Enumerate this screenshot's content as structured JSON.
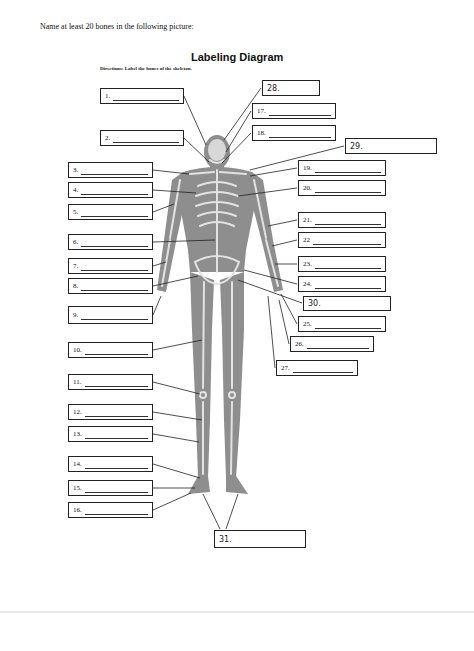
{
  "diagram": {
    "title": "Labeling Diagram",
    "nodes": [
      {
        "text": [
          "1."
        ]
      },
      {
        "text": [
          "2."
        ]
      },
      {
        "text": [
          "3."
        ]
      },
      {
        "text": [
          "4."
        ]
      },
      {
        "text": [
          "5."
        ]
      },
      {
        "text": [
          "6."
        ]
      },
      {
        "text": [
          "7."
        ]
      },
      {
        "text": [
          "8."
        ]
      },
      {
        "text": [
          "9."
        ]
      },
      {
        "text": [
          "10."
        ]
      },
      {
        "text": [
          "11."
        ]
      },
      {
        "text": [
          "12."
        ]
      },
      {
        "text": [
          "13."
        ]
      },
      {
        "text": [
          "14."
        ]
      },
      {
        "text": [
          "15."
        ]
      },
      {
        "text": [
          "16."
        ]
      },
      {
        "text": [
          "17."
        ]
      },
      {
        "text": [
          "18."
        ]
      },
      {
        "text": [
          "19."
        ]
      },
      {
        "text": [
          "20."
        ]
      },
      {
        "text": [
          "21."
        ]
      },
      {
        "text": [
          "22"
        ]
      },
      {
        "text": [
          "23."
        ]
      },
      {
        "text": [
          "24."
        ]
      },
      {
        "text": [
          "25."
        ]
      },
      {
        "text": [
          "26."
        ]
      },
      {
        "text": [
          "27."
        ]
      },
      {
        "text": [
          "28."
        ]
      },
      {
        "text": [
          "29."
        ]
      },
      {
        "text": [
          "30."
        ]
      },
      {
        "text": [
          "31."
        ]
      }
    ],
    "labels": [
      "Name at least 20 bones in the following picture:",
      "Directions: Label the bones of the skeleton."
    ]
  }
}
